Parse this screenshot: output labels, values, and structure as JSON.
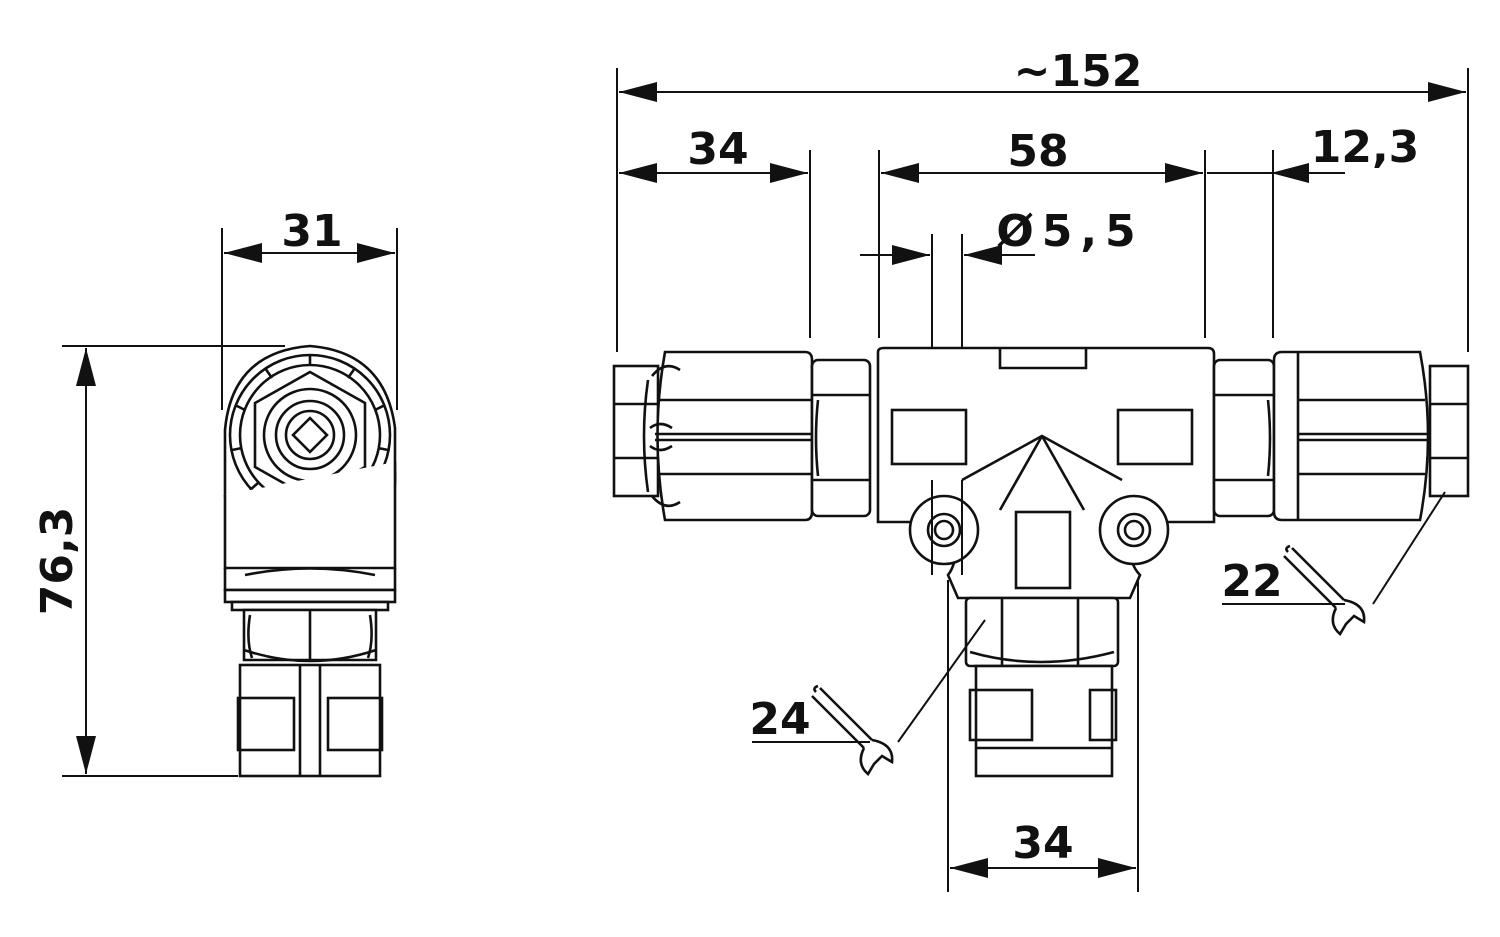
{
  "drawing": {
    "dimensions": {
      "overall_length": "~152",
      "left_connector_length": "34",
      "body_length": "58",
      "right_connector_length": "12,3",
      "mounting_hole": "Ø5,5",
      "side_width": "31",
      "side_height": "76,3",
      "bottom_connector_width": "34"
    },
    "wrench_sizes": {
      "right_nut": "22",
      "bottom_nut": "24"
    }
  },
  "colors": {
    "line": "#111111",
    "background": "#ffffff"
  }
}
